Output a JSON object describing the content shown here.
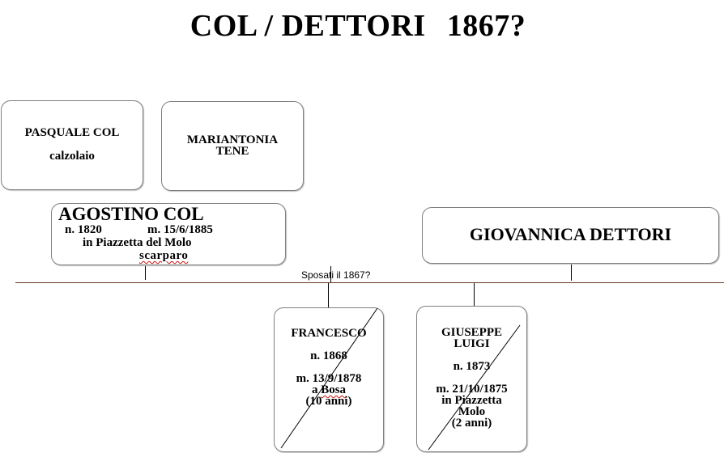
{
  "title": {
    "names": "COL / DETTORI",
    "year": "1867?"
  },
  "marriage_note": "Sposati il  1867?",
  "pasquale": {
    "name": "PASQUALE COL",
    "occupation": "calzolaio"
  },
  "mariantonia": {
    "name_line1": "MARIANTONIA",
    "name_line2": "TENE"
  },
  "agostino": {
    "name": "AGOSTINO COL",
    "birth": "n. 1820",
    "death": "m. 15/6/1885",
    "place": "in Piazzetta del Molo",
    "occupation": "scarparo"
  },
  "giovannica": {
    "name": "GIOVANNICA DETTORI"
  },
  "francesco": {
    "name": "FRANCESCO",
    "birth": "n. 1868",
    "death": "m. 13/9/1878",
    "place_prefix": "a ",
    "place": "Bosa",
    "age": "(10 anni)"
  },
  "giuseppe": {
    "name_line1": "GIUSEPPE",
    "name_line2": "LUIGI",
    "birth": "n. 1873",
    "death": "m. 21/10/1875",
    "place_line1": "in Piazzetta",
    "place_line2": "Molo",
    "age": "(2 anni)"
  }
}
